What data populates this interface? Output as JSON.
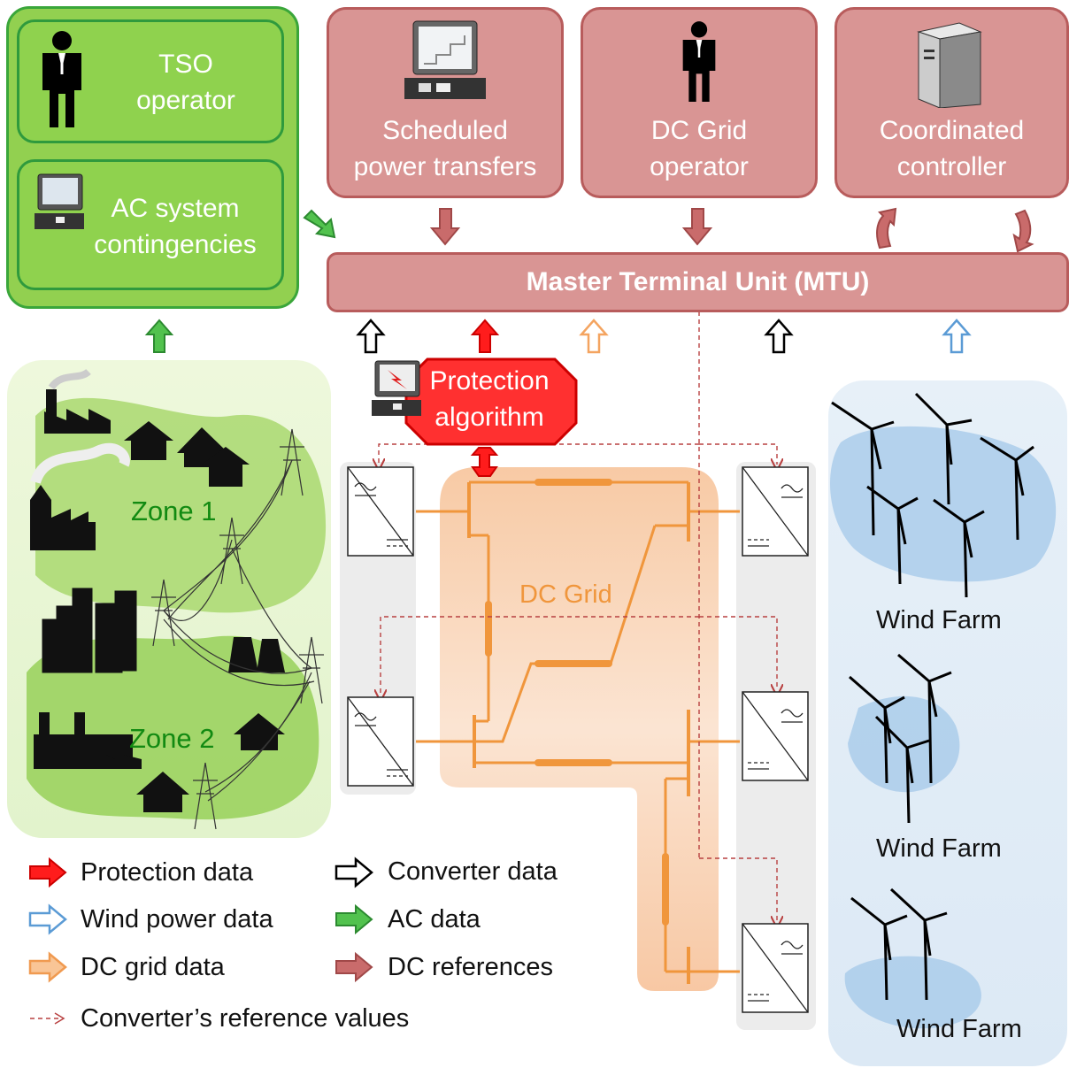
{
  "tso": {
    "label_line1": "TSO",
    "label_line2": "operator"
  },
  "ac_contingencies": {
    "label_line1": "AC system",
    "label_line2": "contingencies"
  },
  "scheduled": {
    "label_line1": "Scheduled",
    "label_line2": "power transfers"
  },
  "dc_operator": {
    "label_line1": "DC Grid",
    "label_line2": "operator"
  },
  "coordinated": {
    "label_line1": "Coordinated",
    "label_line2": "controller"
  },
  "mtu": {
    "label": "Master Terminal Unit (MTU)"
  },
  "protection": {
    "label_line1": "Protection",
    "label_line2": "algorithm"
  },
  "zones": {
    "zone1": "Zone 1",
    "zone2": "Zone 2"
  },
  "dc_grid": {
    "label": "DC Grid"
  },
  "wind_farms": [
    "Wind Farm",
    "Wind Farm",
    "Wind Farm"
  ],
  "legend": {
    "protection": "Protection data",
    "wind": "Wind power data",
    "dcgrid": "DC grid data",
    "converter": "Converter data",
    "ac": "AC data",
    "dcref": "DC references",
    "refvalues": "Converter’s reference values"
  },
  "colors": {
    "protection": "#ff0000",
    "wind": "#5b9bd5",
    "dcgrid": "#f4a460",
    "converter": "#000000",
    "ac": "#3cb44b",
    "dcref": "#b05454",
    "mtu_box": "#d99594",
    "green_box": "#92d050",
    "dc_line": "#f0963c"
  }
}
